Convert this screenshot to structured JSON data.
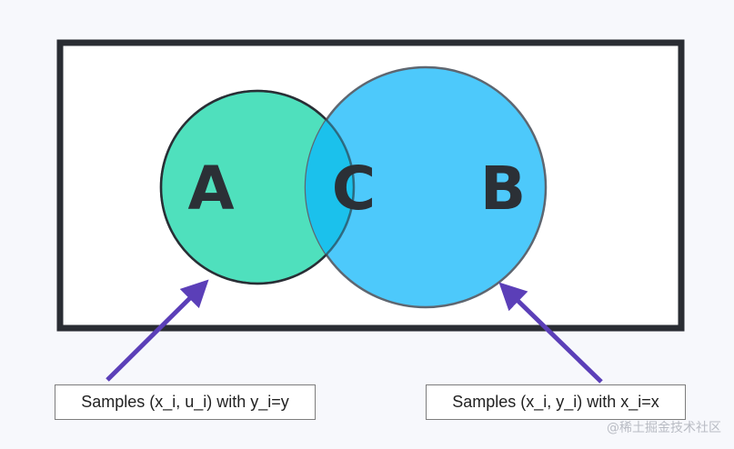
{
  "diagram": {
    "regions": {
      "a_label": "A",
      "b_label": "B",
      "c_label": "C"
    },
    "captions": {
      "left": "Samples (x_i, u_i) with y_i=y",
      "right": "Samples (x_i, y_i) with x_i=x"
    },
    "colors": {
      "circle_a_fill": "#4fe0bd",
      "circle_b_fill": "#4dc9fb",
      "overlap_fill": "#1bc1ec",
      "circle_stroke": "#2a2f36",
      "frame_stroke": "#2a2d33",
      "arrow": "#5b3fb8"
    }
  },
  "watermark": "@稀土掘金技术社区"
}
